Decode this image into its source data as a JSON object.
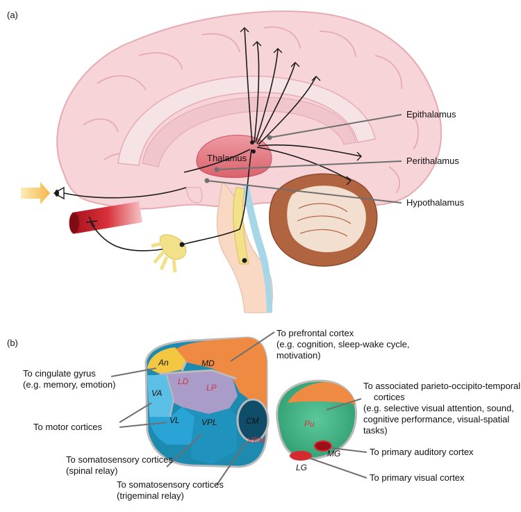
{
  "panel_a": {
    "tag": "(a)",
    "thalamus_label": "Thalamus",
    "callouts": [
      "Epithalamus",
      "Perithalamus",
      "Hypothalamus"
    ]
  },
  "panel_b": {
    "tag": "(b)",
    "nuclei": {
      "an": "An",
      "md": "MD",
      "ld": "LD",
      "lp": "LP",
      "va": "VA",
      "vl": "VL",
      "vpl": "VPL",
      "cm": "CM",
      "vpm": "VPM",
      "pu": "Pu",
      "mg": "MG",
      "lg": "LG"
    },
    "projections": {
      "prefrontal": [
        "To prefrontal cortex",
        "(e.g. cognition, sleep-wake cycle,",
        "motivation)"
      ],
      "cingulate": [
        "To cingulate gyrus",
        "(e.g. memory, emotion)"
      ],
      "motor": [
        "To motor cortices"
      ],
      "somato_spinal": [
        "To somatosensory cortices",
        "(spinal relay)"
      ],
      "somato_trigeminal": [
        "To somatosensory cortices",
        "(trigeminal relay)"
      ],
      "association": [
        "To associated parieto-occipito-temporal",
        "cortices",
        "(e.g. selective visual attention, sound,",
        "cognitive performance, visual-spatial",
        "tasks)"
      ],
      "auditory": [
        "To primary auditory cortex"
      ],
      "visual": [
        "To primary visual cortex"
      ]
    }
  },
  "colors": {
    "cortex": "#f7d4d8",
    "cortex_outline": "#e6aab2",
    "thalamus": "#e57f88",
    "cerebellum": "#b0643f",
    "brainstem": "#f9d9c4",
    "csf": "#a7d6e8",
    "spinal_tract": "#f2e08a",
    "artery": "#c8202c",
    "arrow": "#f5b84a",
    "md_orange": "#ef8a43",
    "an_yellow": "#f4c742",
    "lateral_purple": "#a99cc9",
    "ventral_blue": "#2aa3d6",
    "ventral_teal": "#1d8bb0",
    "pulvinar_green": "#3fb183",
    "geniculate_red": "#d42a30",
    "callout_gray": "#6f6f6f"
  }
}
